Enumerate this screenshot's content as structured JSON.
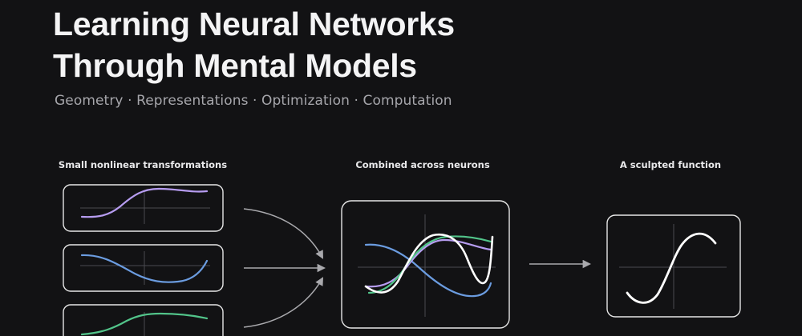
{
  "title": {
    "line1": "Learning Neural Networks",
    "line2": "Through Mental Models"
  },
  "subtitle": "Geometry · Representations · Optimization · Computation",
  "columns": {
    "left_label": "Small nonlinear transformations",
    "middle_label": "Combined across neurons",
    "right_label": "A sculpted function"
  },
  "colors": {
    "background": "#121214",
    "panel_border": "#e6e6e6",
    "axis": "#4a4a50",
    "arrow": "#a9a9ad",
    "purple_curve": "#b69cf0",
    "blue_curve": "#6b9ce0",
    "green_curve": "#52c48a",
    "white_curve": "#ffffff"
  },
  "icons": [
    "arrow-right",
    "curved-arrow"
  ]
}
